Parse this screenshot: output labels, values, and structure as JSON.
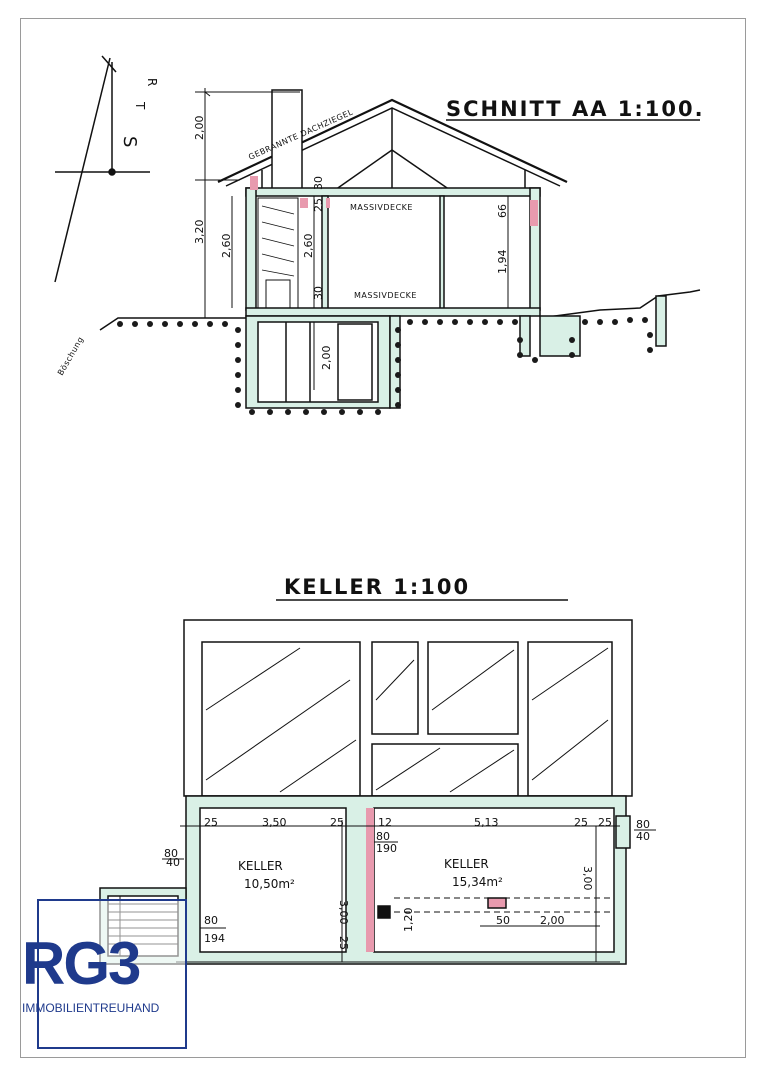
{
  "section": {
    "title": "SCHNITT AA 1:100.",
    "roof_label": "GEBRANNTE DACHZIEGEL",
    "ceiling_upper": "MASSIVDECKE",
    "ceiling_lower": "MASSIVDECKE",
    "street_letters": [
      "S",
      "T",
      "R"
    ],
    "bank_label": "Böschung",
    "dims": {
      "roof_height": "2,00",
      "total_height": "3,20",
      "ground_floor": "2,60",
      "ground_floor_inner": "2,60",
      "wall_top": "30",
      "slab_top": "25",
      "window": "1,94",
      "window_top": "66",
      "slab_bottom": "30",
      "cellar_height": "2,00"
    }
  },
  "plan": {
    "title": "KELLER 1:100",
    "room1": {
      "name": "KELLER",
      "area": "10,50m²"
    },
    "room2": {
      "name": "KELLER",
      "area": "15,34m²"
    },
    "dims": {
      "d25a": "25",
      "d350": "3,50",
      "d25b": "25",
      "d12": "12",
      "d513": "5,13",
      "d25c": "25",
      "d25d": "25",
      "d80_40_left_top": "80",
      "d80_40_left_bottom": "40",
      "d80_190_top": "80",
      "d80_190_bottom": "190",
      "d80_40_right_top": "80",
      "d80_40_right_bottom": "40",
      "d300_left": "3,00",
      "d300_right": "3,00",
      "d80_194_top": "80",
      "d80_194_bottom": "194",
      "d25e": "25",
      "d120": "1,20",
      "d50": "50",
      "d200": "2,00"
    }
  },
  "logo": {
    "mark": "RG3",
    "subtitle": "IMMOBILIENTREUHAND"
  },
  "colors": {
    "line": "#111111",
    "wall_fill": "#d9f0e6",
    "accent_red": "#e89aae",
    "stone": "#1a1a1a",
    "logo_blue": "#1f3a8c"
  }
}
